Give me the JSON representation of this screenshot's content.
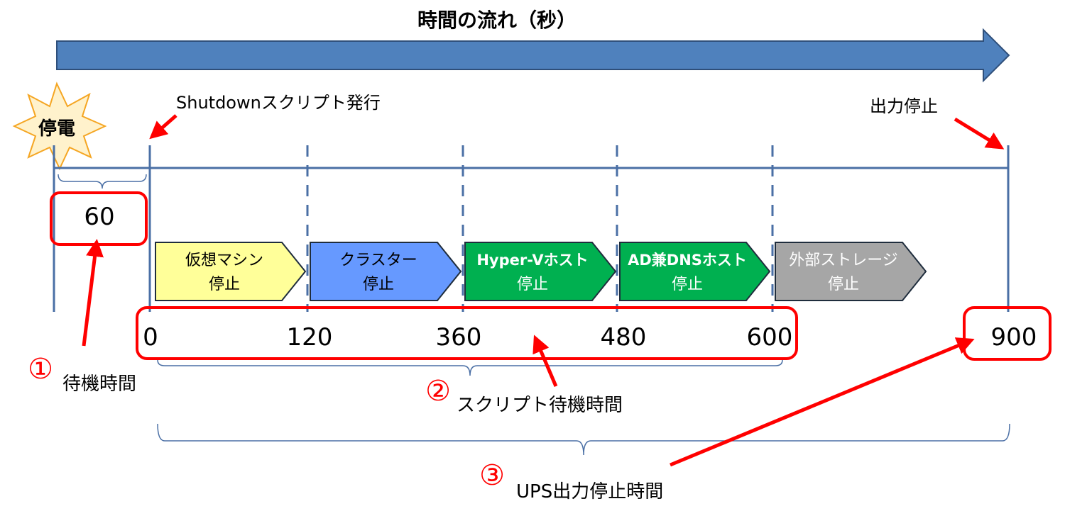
{
  "header": {
    "title": "時間の流れ（秒）"
  },
  "events": {
    "blackout": "停電",
    "script_issue": "Shutdownスクリプト発行",
    "output_stop": "出力停止"
  },
  "wait_value": "60",
  "timeline_ticks": [
    "0",
    "120",
    "360",
    "480",
    "600"
  ],
  "end_value": "900",
  "steps": [
    {
      "line1": "仮想マシン",
      "line2": "停止",
      "color": "#ffff99"
    },
    {
      "line1": "クラスター",
      "line2": "停止",
      "color": "#6699ff"
    },
    {
      "line1": "Hyper-Vホスト",
      "line2": "停止",
      "color": "#00b050"
    },
    {
      "line1": "AD兼DNSホスト",
      "line2": "停止",
      "color": "#00b050"
    },
    {
      "line1": "外部ストレージ",
      "line2": "停止",
      "color": "#a6a6a6"
    }
  ],
  "labels": {
    "n1": "①",
    "l1": "待機時間",
    "n2": "②",
    "l2": "スクリプト待機時間",
    "n3": "③",
    "l3": "UPS出力停止時間"
  },
  "colors": {
    "accent_red": "#ff0000",
    "arrow_blue": "#4f81bd",
    "line_blue": "#4a6fa5",
    "burst_yellow": "#fff2cc",
    "burst_orange": "#f5a623"
  }
}
